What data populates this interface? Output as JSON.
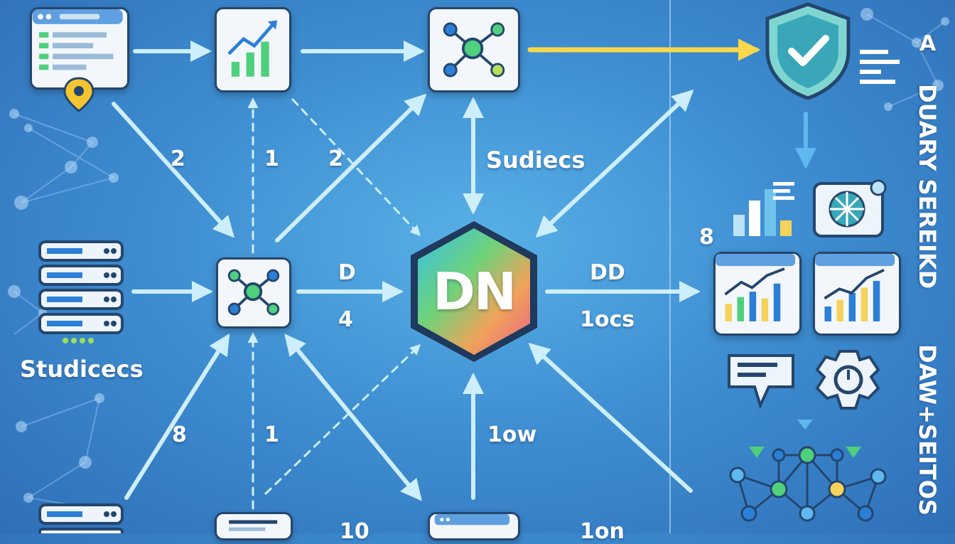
{
  "diagram": {
    "hub_label": "DN",
    "labels": {
      "top_left_2": "2",
      "top_mid_1": "1",
      "top_right_2": "2",
      "sudiecs": "Sudiecs",
      "studicecs": "Studicecs",
      "mid_d": "D",
      "mid_4": "4",
      "right_dd": "DD",
      "right_1ocs": "1ocs",
      "bottom_8": "8",
      "bottom_1": "1",
      "bottom_1ow": "1ow",
      "bottom_10": "10",
      "bottom_1on": "1on",
      "right_panel_8": "8",
      "right_panel_a": "A",
      "vertical_top": "DUARY SEREIKD",
      "vertical_bottom": "DAW+SEITOS"
    },
    "colors": {
      "flow_arrow": "#cdeefc",
      "highlight_arrow": "#f7d84a",
      "node_border": "#24466e",
      "accent_green": "#4ed07c",
      "accent_blue": "#2b7fd6"
    }
  }
}
